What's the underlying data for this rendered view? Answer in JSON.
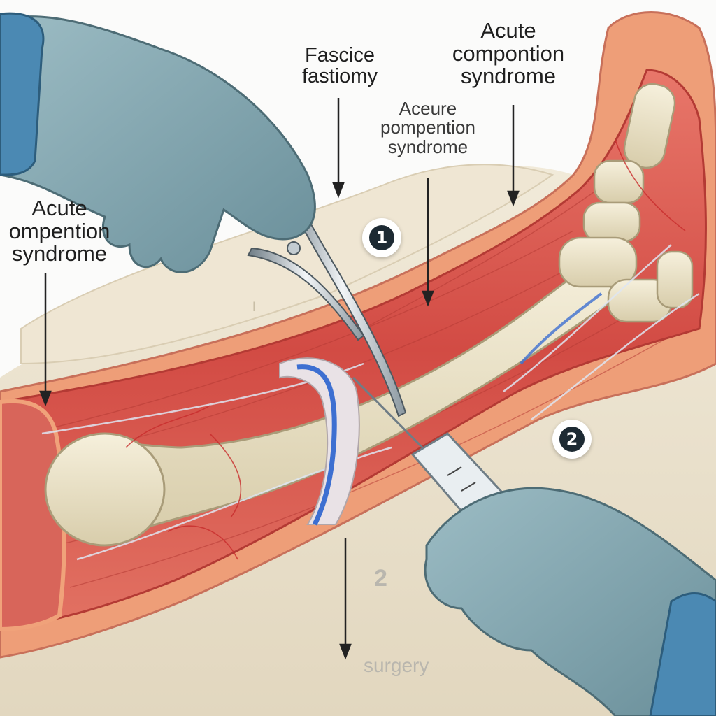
{
  "labels": {
    "fasciotomy": {
      "line1": "Fascice",
      "line2": "fastiomy"
    },
    "top_right": {
      "line1": "Acute",
      "line2": "compontion",
      "line3": "syndrome"
    },
    "middle": {
      "line1": "Aceure",
      "line2": "pompention",
      "line3": "syndrome"
    },
    "left": {
      "line1": "Acute",
      "line2": "ompention",
      "line3": "syndrome"
    },
    "bottom": "surgery",
    "faint_mid": "2"
  },
  "badges": {
    "badge_1": "1",
    "badge_2": "2"
  },
  "colors": {
    "glove": "#7fa3ad",
    "muscle": "#d9584f",
    "skin": "#f0a27a",
    "bone": "#ece4cc",
    "bedsheet": "#ece3cf",
    "vein": "#3d6fd1"
  }
}
